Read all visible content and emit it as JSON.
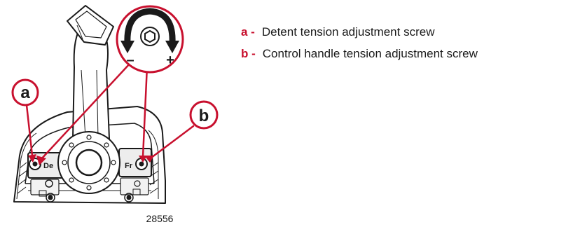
{
  "figure_number": "28556",
  "callouts": [
    {
      "key": "a",
      "legend_key": "a -",
      "description": "Detent tension adjustment screw"
    },
    {
      "key": "b",
      "legend_key": "b -",
      "description": "Control handle tension adjustment screw"
    }
  ],
  "adjust_direction": {
    "minus": "–",
    "plus": "+"
  },
  "panel_labels": {
    "left": "De",
    "right": "Fr"
  },
  "colors": {
    "accent": "#c8102e",
    "line": "#1a1a1a",
    "shade": "#bdbdbd"
  }
}
